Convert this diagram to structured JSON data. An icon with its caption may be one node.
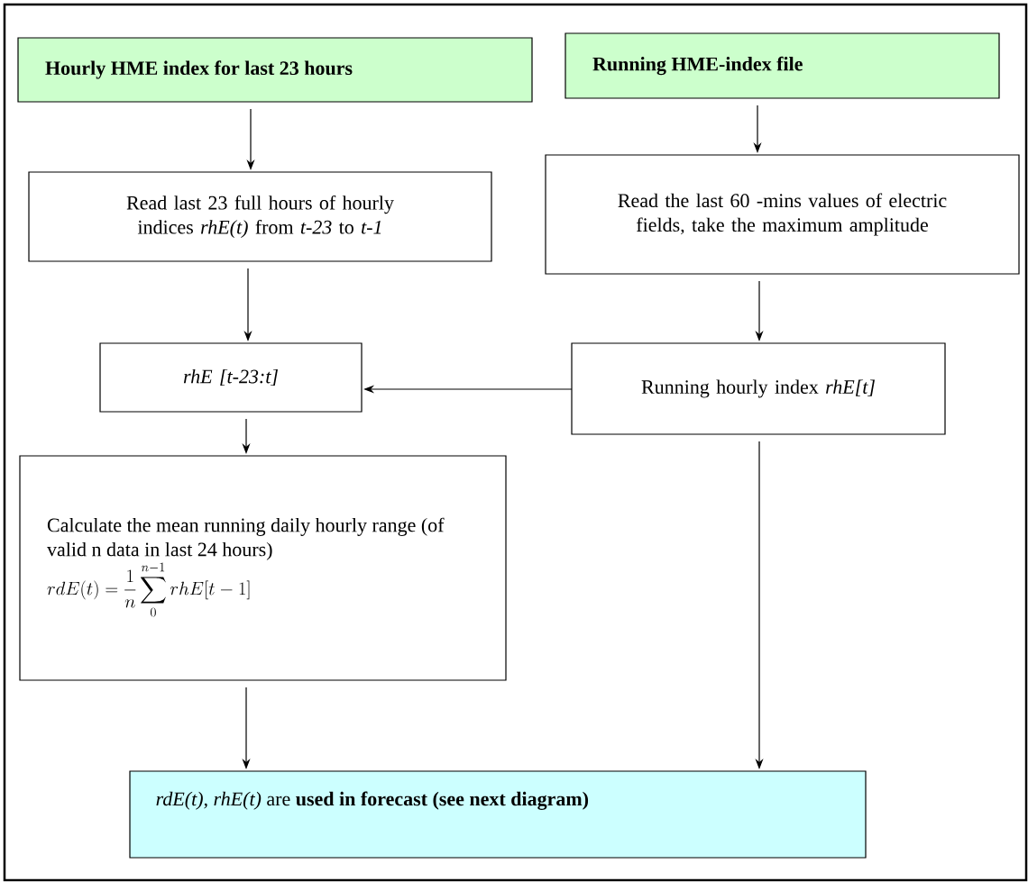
{
  "diagram": {
    "nodes": [
      {
        "text": [
          "Hourly HME index for last 23 hours"
        ]
      },
      {
        "text": [
          "Running HME-index file"
        ]
      },
      {
        "text": [
          "Read last 23 full hours of hourly indices *rhE(t)* from *t-23* to *t-1*"
        ]
      },
      {
        "text": [
          "Read the last 60 -mins values of electric fields, take the maximum amplitude"
        ]
      },
      {
        "text": [
          "rhE [t-23:t]"
        ]
      },
      {
        "text": [
          "Running hourly index *rhE[t]*"
        ]
      },
      {
        "text": [
          "Calculate the mean running daily hourly range (of valid n data in last 24 hours)",
          "rdE(t) = \\frac{1}{n}\\sum_{0}^{n-1} rhE[t-1]"
        ]
      },
      {
        "text": [
          "*rdE(t)*, *rhE(t)* are  **used in forecast (see next diagram)**"
        ]
      }
    ],
    "edges": [
      {
        "from": 0,
        "to": 2,
        "arrow": "to"
      },
      {
        "from": 1,
        "to": 3,
        "arrow": "to"
      },
      {
        "from": 2,
        "to": 4,
        "arrow": "to"
      },
      {
        "from": 3,
        "to": 5,
        "arrow": "to"
      },
      {
        "from": 5,
        "to": 4,
        "arrow": "to"
      },
      {
        "from": 4,
        "to": 6,
        "arrow": "to"
      },
      {
        "from": 6,
        "to": 7,
        "arrow": "to"
      },
      {
        "from": 5,
        "to": 7,
        "arrow": "to"
      }
    ]
  }
}
